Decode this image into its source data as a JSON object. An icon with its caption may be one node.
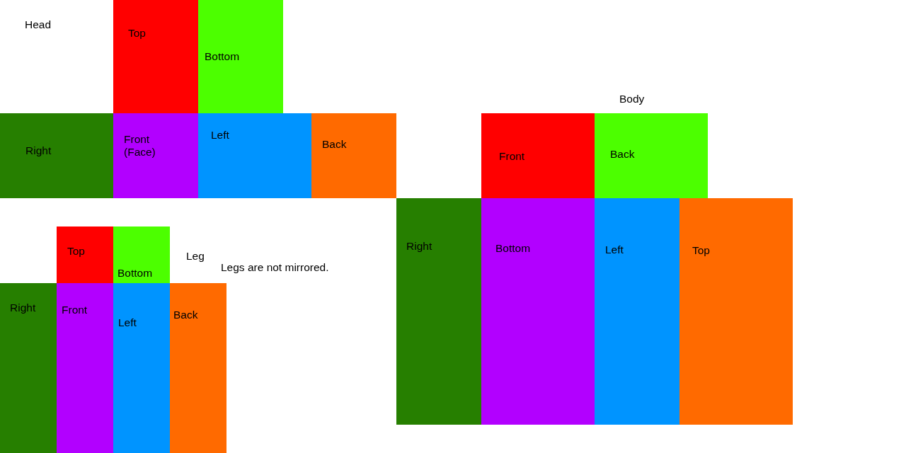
{
  "diagram": {
    "nodes": [
      {
        "text": [
          "Top"
        ]
      },
      {
        "text": [
          "Bottom"
        ]
      },
      {
        "text": [
          "Right"
        ]
      },
      {
        "text": [
          "Front (Face)"
        ]
      },
      {
        "text": [
          "Left"
        ]
      },
      {
        "text": [
          "Back"
        ]
      },
      {
        "text": [
          "Front"
        ]
      },
      {
        "text": [
          "Back"
        ]
      },
      {
        "text": [
          "Right"
        ]
      },
      {
        "text": [
          "Bottom"
        ]
      },
      {
        "text": [
          "Left"
        ]
      },
      {
        "text": [
          "Top"
        ]
      },
      {
        "text": [
          "Top"
        ]
      },
      {
        "text": [
          "Bottom"
        ]
      },
      {
        "text": [
          "Right"
        ]
      },
      {
        "text": [
          "Front"
        ]
      },
      {
        "text": [
          "Left"
        ]
      },
      {
        "text": [
          "Back"
        ]
      }
    ],
    "labels": [
      "Head",
      "Body",
      "Leg",
      "Legs are not mirrored."
    ]
  }
}
